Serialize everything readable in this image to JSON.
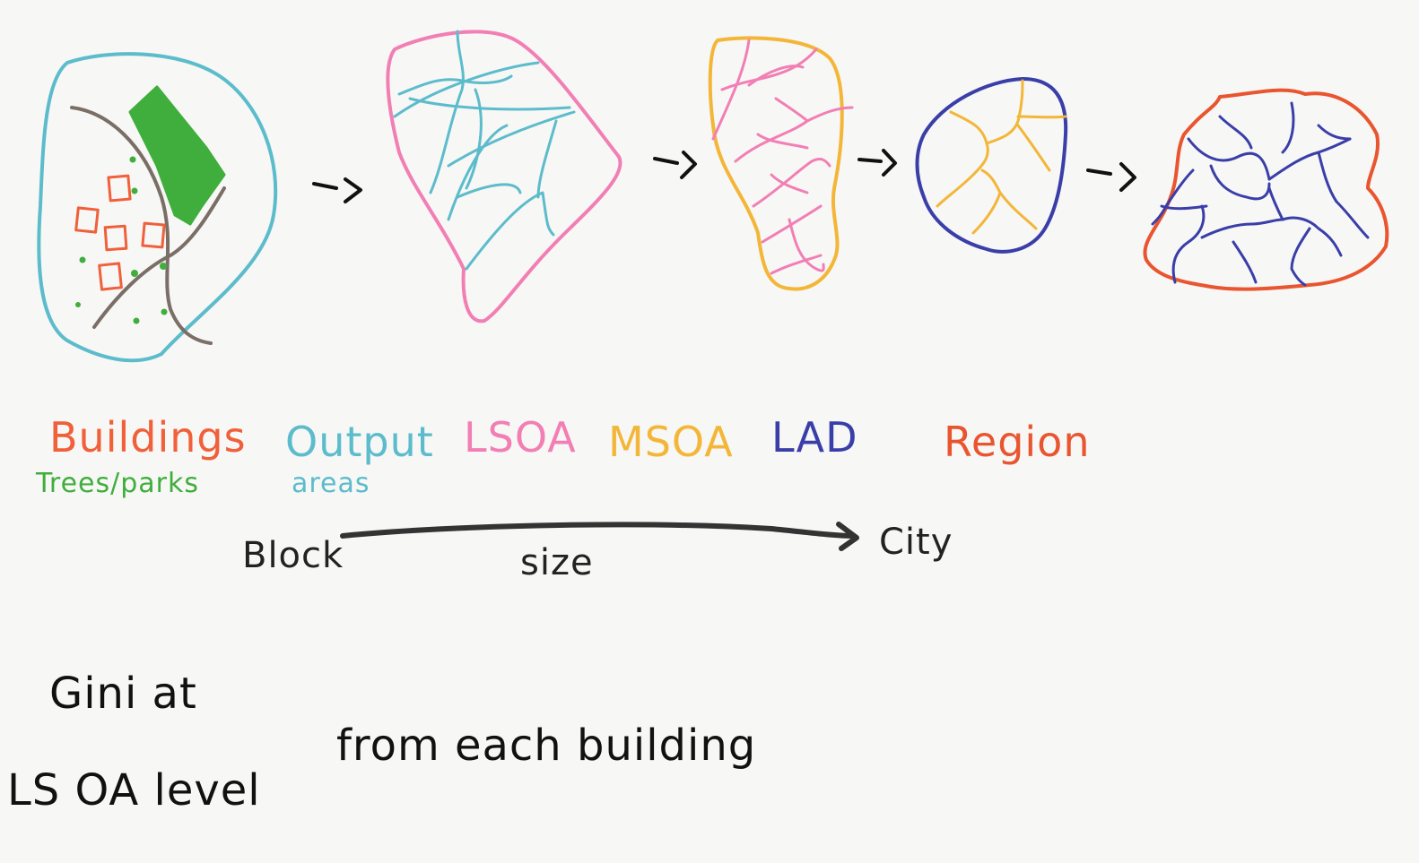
{
  "colors": {
    "buildings": "#f0603a",
    "trees": "#3fae3c",
    "output_areas": "#5cbccb",
    "lsoa": "#f27fb4",
    "msoa": "#f3b637",
    "lad": "#3a3ea8",
    "region": "#e9552f",
    "road": "#7a6e66",
    "ink": "#222222"
  },
  "labels": {
    "buildings": "Buildings",
    "trees_parks": "Trees/parks",
    "output": "Output",
    "areas": "areas",
    "lsoa": "LSOA",
    "msoa": "MSOA",
    "lad": "LAD",
    "region": "Region"
  },
  "scale": {
    "start": "Block",
    "middle": "size",
    "end": "City"
  },
  "arrows": [
    "->",
    "->",
    "->",
    "->"
  ],
  "notes": {
    "line1": "Gini at",
    "line2": "LS OA level",
    "line3": "from each building"
  }
}
